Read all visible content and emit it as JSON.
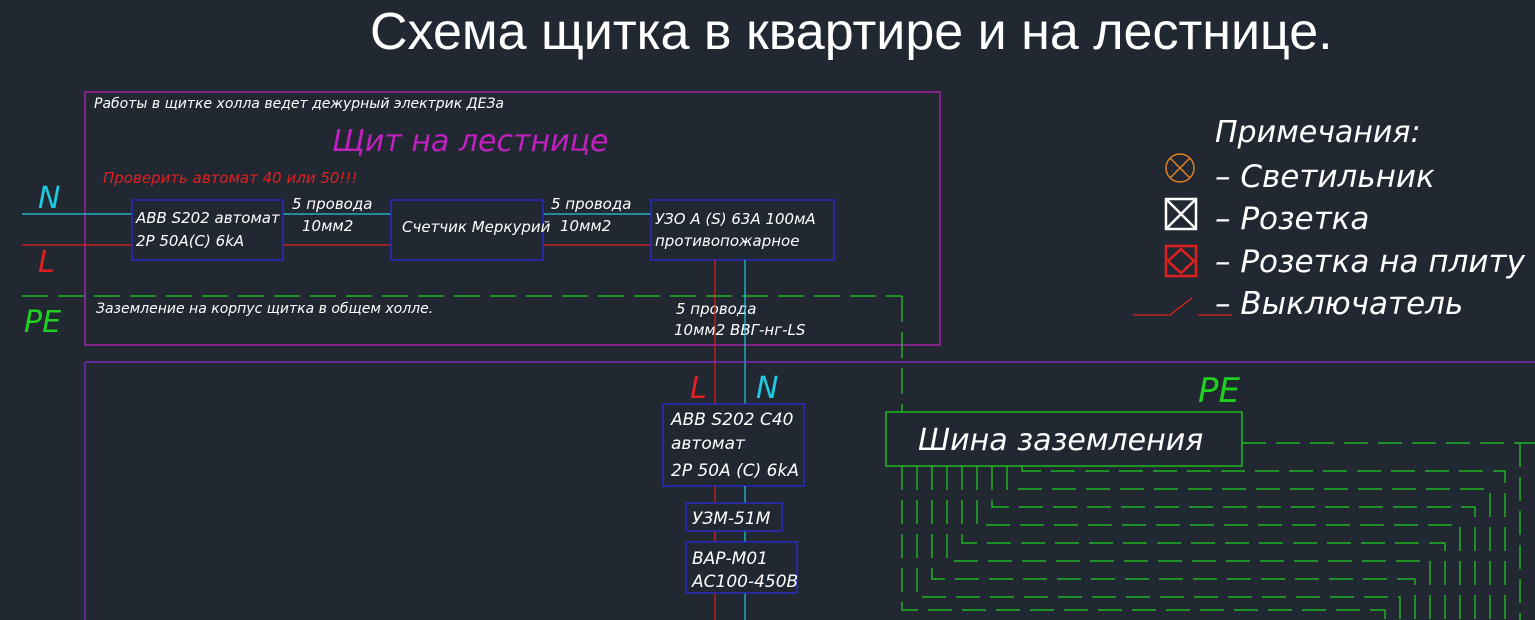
{
  "title": "Схема щитка в квартире и на лестнице.",
  "colors": {
    "background": "#222831",
    "magenta": "#c020c0",
    "blue": "#2a2ad8",
    "cyan": "#20c8e0",
    "red": "#e02020",
    "green": "#20d020",
    "white": "#ffffff",
    "orange": "#e08020",
    "purple": "#8a2ad8"
  },
  "stair_panel": {
    "note": "Работы в щитке холла ведет дежурный электрик ДЕЗа",
    "title": "Щит на лестнице",
    "warning": "Проверить автомат 40 или 50!!!",
    "line_labels": {
      "n": "N",
      "l": "L",
      "pe": "PE"
    },
    "breaker": {
      "line1": "ABB S202 автомат",
      "line2": "2P 50A(C) 6kA"
    },
    "wire1": {
      "line1": "5 провода",
      "line2": "10мм2"
    },
    "meter": "Счетчик Меркурий",
    "wire2": {
      "line1": "5 провода",
      "line2": "10мм2"
    },
    "rcd": {
      "line1": "УЗО А (S) 63А 100мА",
      "line2": "противопожарное"
    },
    "ground_note": "Заземление на корпус щитка в общем холле.",
    "riser_wire": {
      "line1": "5 провода",
      "line2": "10мм2  ВВГ-нг-LS"
    }
  },
  "apartment_panel": {
    "l_label": "L",
    "n_label": "N",
    "pe_label": "PE",
    "main_breaker": {
      "line1": "ABB S202 C40",
      "line2": "автомат",
      "line3": "2P 50A (C) 6kA"
    },
    "uzm": "УЗМ-51М",
    "var": {
      "line1": "ВАР-М01",
      "line2": "AC100-450B"
    },
    "ground_bus": "Шина заземления"
  },
  "legend": {
    "title": "Примечания:",
    "items": [
      {
        "icon": "lamp-icon",
        "label": "–  Светильник"
      },
      {
        "icon": "socket-icon",
        "label": "–  Розетка"
      },
      {
        "icon": "stove-socket-icon",
        "label": "–  Розетка на плиту"
      },
      {
        "icon": "switch-icon",
        "label": "–  Выключатель"
      }
    ]
  }
}
